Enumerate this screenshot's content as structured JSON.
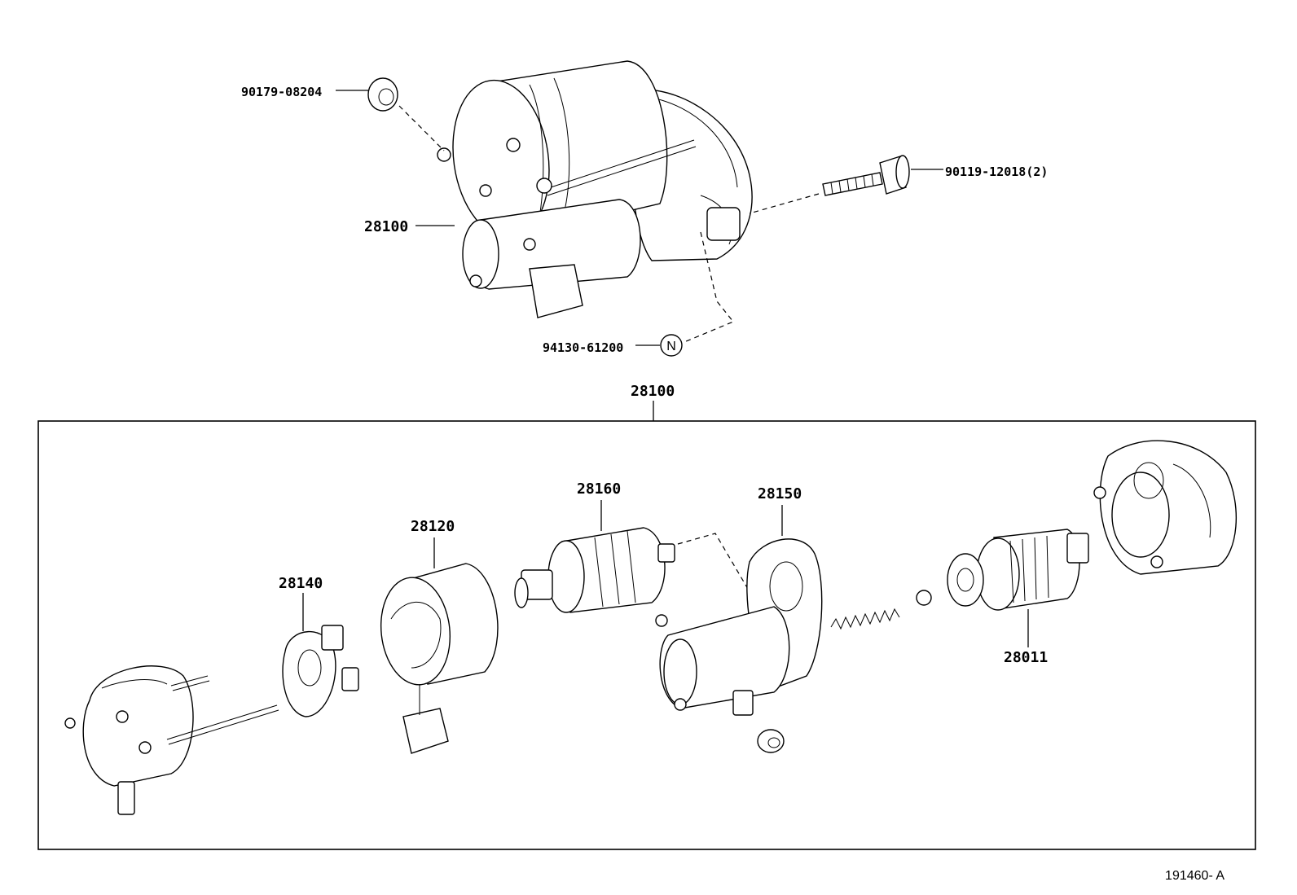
{
  "callouts": {
    "nut": "90179-08204",
    "starter_top": "28100",
    "bolt": "90119-12018(2)",
    "nut_n": "94130-61200",
    "assembly": "28100",
    "brush_holder": "28140",
    "yoke": "28120",
    "armature": "28160",
    "commutator_frame": "28150",
    "clutch": "28011"
  },
  "symbol_n": "N",
  "figure_ref": "191460- A"
}
